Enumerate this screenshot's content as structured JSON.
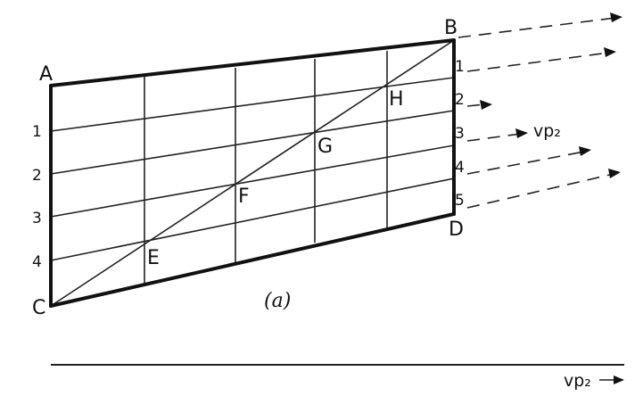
{
  "points": {
    "A": "A",
    "B": "B",
    "C": "C",
    "D": "D",
    "E": "E",
    "F": "F",
    "G": "G",
    "H": "H"
  },
  "left_numbers": [
    "1",
    "2",
    "3",
    "4"
  ],
  "right_numbers": [
    "1",
    "2",
    "3",
    "4",
    "5"
  ],
  "vanishing_point_label": "vp₂",
  "caption": "(a)",
  "ground_line_label": "vp₂"
}
